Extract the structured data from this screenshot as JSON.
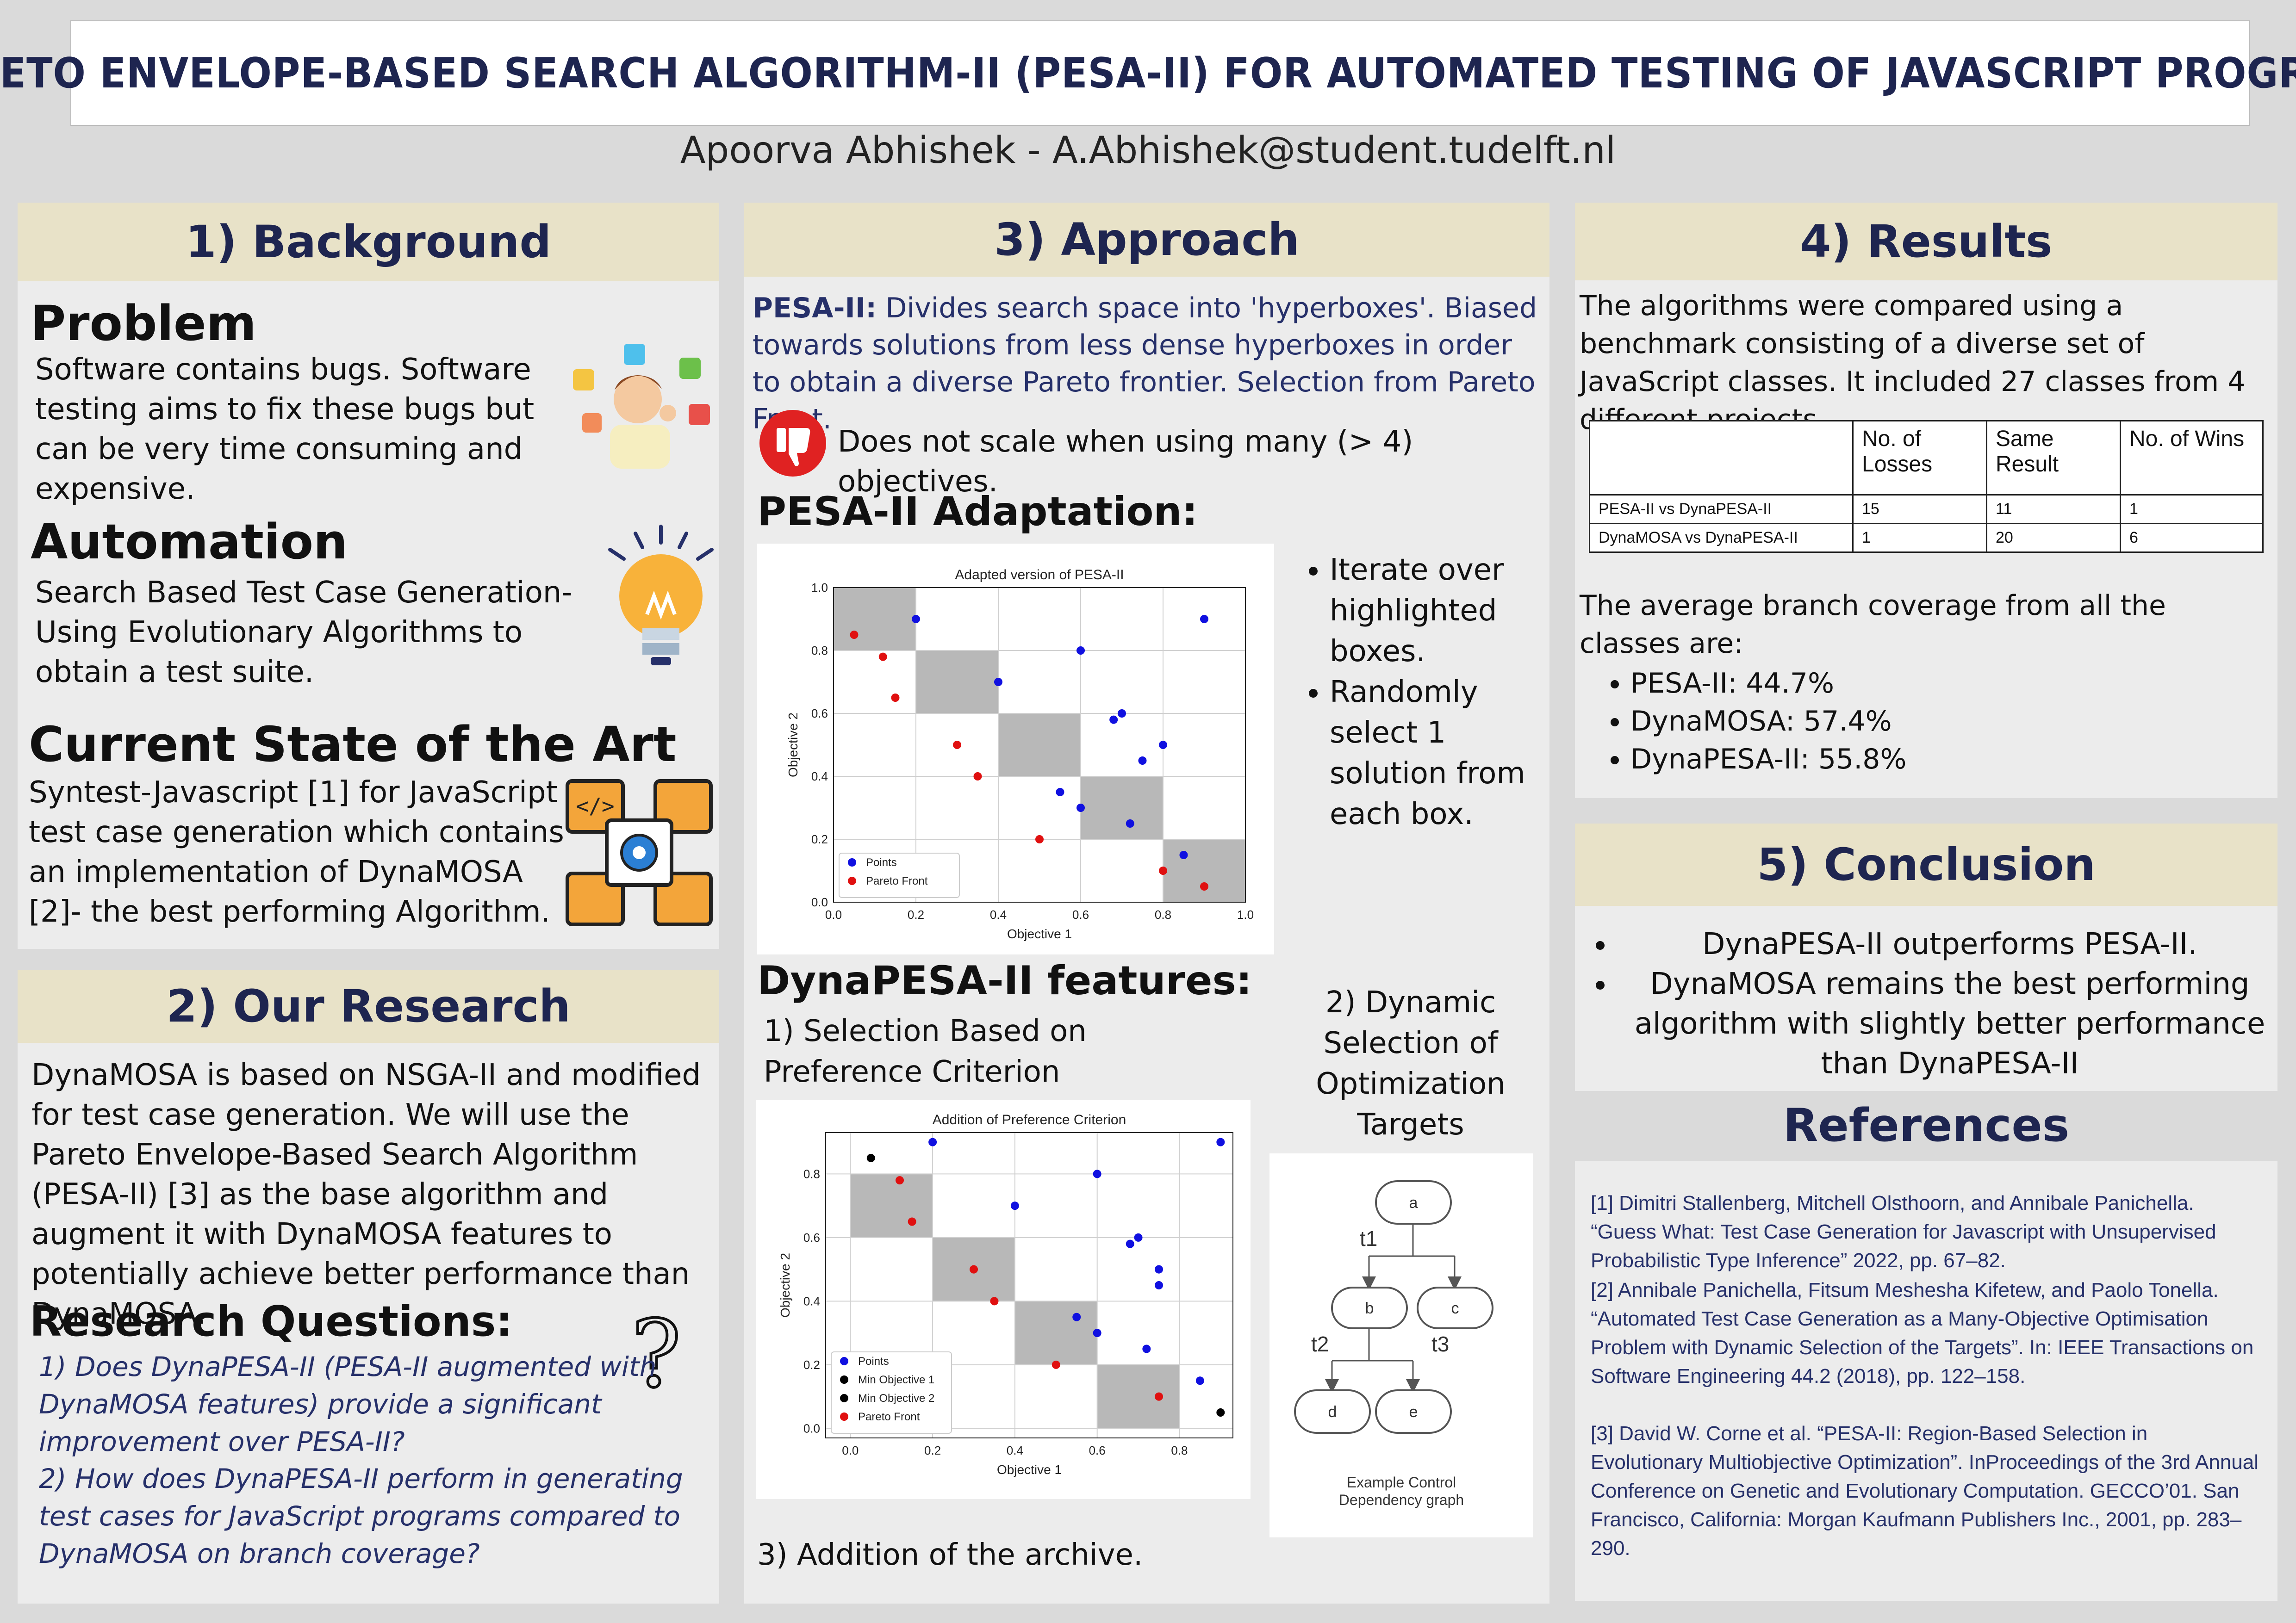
{
  "title": "PARETO ENVELOPE-BASED SEARCH ALGORITHM-II (PESA-II) FOR AUTOMATED TESTING OF JAVASCRIPT PROGRAMS",
  "author": "Apoorva Abhishek  -  A.Abhishek@student.tudelft.nl",
  "background": {
    "header": "1) Background",
    "problem_title": "Problem",
    "problem_text": "Software contains bugs. Software testing aims to fix these bugs but can be very time consuming and expensive.",
    "automation_title": "Automation",
    "automation_text": "Search Based Test Case Generation- Using Evolutionary Algorithms to obtain a test suite.",
    "state_title": "Current State of the Art",
    "state_text": "Syntest-Javascript [1] for JavaScript test case generation which contains an implementation of DynaMOSA [2]- the best performing Algorithm."
  },
  "research": {
    "header": "2) Our Research",
    "text": "DynaMOSA is based on NSGA-II and modified for test case generation. We will use the Pareto Envelope-Based Search Algorithm (PESA-II) [3] as the base algorithm and augment it with DynaMOSA features to potentially achieve better performance than DynaMOSA.",
    "rq_title": "Research Questions:",
    "rq1": "1) Does DynaPESA-II (PESA-II augmented with DynaMOSA features)  provide a significant improvement over PESA-II?",
    "rq2": "2) How does DynaPESA-II perform in generating test cases for JavaScript programs compared to DynaMOSA on branch coverage?"
  },
  "approach": {
    "header": "3) Approach",
    "pesa_label": "PESA-II:",
    "pesa_text": " Divides search space into 'hyperboxes'. Biased towards solutions from less dense hyperboxes in order to obtain a diverse Pareto frontier.  Selection from Pareto Front.",
    "con_text": "Does not scale when using many (> 4) objectives.",
    "adaptation_title": "PESA-II Adaptation:",
    "adapt_bullets": [
      "Iterate over highlighted boxes.",
      "Randomly select 1 solution from each box."
    ],
    "features_title": "DynaPESA-II features:",
    "feature1": "1) Selection Based on Preference Criterion",
    "feature2": "2) Dynamic Selection of Optimization Targets",
    "feature3": "3) Addition of the archive.",
    "graph": {
      "nodes": [
        "a",
        "b",
        "c",
        "d",
        "e"
      ],
      "edge_labels": [
        "t1",
        "t2",
        "t3"
      ],
      "caption_line1": "Example Control",
      "caption_line2": "Dependency graph"
    }
  },
  "results": {
    "header": "4) Results",
    "intro": "The algorithms were compared using a benchmark consisting of a diverse set of JavaScript classes. It included 27 classes from 4 different projects.",
    "table_headers": [
      "",
      "No. of Losses",
      "Same Result",
      "No. of Wins"
    ],
    "table_rows": [
      [
        "PESA-II vs DynaPESA-II",
        "15",
        "11",
        "1"
      ],
      [
        "DynaMOSA vs DynaPESA-II",
        "1",
        "20",
        "6"
      ]
    ],
    "coverage_intro": "The average branch coverage from all the classes are:",
    "coverage": [
      "PESA-II: 44.7%",
      "DynaMOSA: 57.4%",
      "DynaPESA-II: 55.8%"
    ]
  },
  "conclusion": {
    "header": "5) Conclusion",
    "items": [
      "DynaPESA-II outperforms PESA-II.",
      "DynaMOSA remains the best performing algorithm with slightly better performance than DynaPESA-II"
    ]
  },
  "references": {
    "header": "References",
    "items": [
      "[1] Dimitri Stallenberg, Mitchell Olsthoorn, and Annibale Panichella. “Guess What: Test Case Generation for Javascript with Unsupervised Probabilistic Type Inference”  2022, pp. 67–82.",
      "[2] Annibale Panichella, Fitsum Meshesha Kifetew, and Paolo Tonella. “Automated Test Case Generation as a Many-Objective Optimisation Problem with Dynamic Selection of the Targets”. In: IEEE Transactions on Software Engineering 44.2 (2018), pp. 122–158.",
      "[3] David W. Corne et al. “PESA-II: Region-Based Selection in Evolutionary Multiobjective Optimization”. InProceedings of the 3rd Annual Conference on Genetic and Evolutionary Computation. GECCO’01. San Francisco, California: Morgan Kaufmann Publishers Inc., 2001, pp. 283–290."
    ]
  },
  "chart_data": [
    {
      "type": "scatter",
      "title": "Adapted version of PESA-II",
      "xlabel": "Objective 1",
      "ylabel": "Objective 2",
      "xlim": [
        0,
        1.0
      ],
      "ylim": [
        0,
        1.0
      ],
      "xticks": [
        "0.0",
        "0.2",
        "0.4",
        "0.6",
        "0.8",
        "1.0"
      ],
      "yticks": [
        "0.0",
        "0.2",
        "0.4",
        "0.6",
        "0.8",
        "1.0"
      ],
      "grid": true,
      "legend_position": "bottom-left",
      "highlight_boxes": [
        [
          0,
          0.8,
          0.2,
          1.0
        ],
        [
          0.2,
          0.6,
          0.4,
          0.8
        ],
        [
          0.4,
          0.4,
          0.6,
          0.6
        ],
        [
          0.6,
          0.2,
          0.8,
          0.4
        ],
        [
          0.8,
          0,
          1.0,
          0.2
        ]
      ],
      "series": [
        {
          "name": "Points",
          "color": "#1010e0",
          "points": [
            [
              0.2,
              0.9
            ],
            [
              0.6,
              0.8
            ],
            [
              0.9,
              0.9
            ],
            [
              0.4,
              0.7
            ],
            [
              0.68,
              0.58
            ],
            [
              0.7,
              0.6
            ],
            [
              0.8,
              0.5
            ],
            [
              0.75,
              0.45
            ],
            [
              0.55,
              0.35
            ],
            [
              0.6,
              0.3
            ],
            [
              0.72,
              0.25
            ],
            [
              0.85,
              0.15
            ]
          ]
        },
        {
          "name": "Pareto Front",
          "color": "#e01010",
          "points": [
            [
              0.05,
              0.85
            ],
            [
              0.12,
              0.78
            ],
            [
              0.15,
              0.65
            ],
            [
              0.3,
              0.5
            ],
            [
              0.35,
              0.4
            ],
            [
              0.5,
              0.2
            ],
            [
              0.8,
              0.1
            ],
            [
              0.9,
              0.05
            ]
          ]
        }
      ]
    },
    {
      "type": "scatter",
      "title": "Addition of Preference Criterion",
      "xlabel": "Objective 1",
      "ylabel": "Objective 2",
      "xlim": [
        -0.06,
        0.93
      ],
      "ylim": [
        -0.03,
        0.93
      ],
      "xticks": [
        "0.0",
        "0.2",
        "0.4",
        "0.6",
        "0.8"
      ],
      "yticks": [
        "0.0",
        "0.2",
        "0.4",
        "0.6",
        "0.8"
      ],
      "grid": true,
      "legend_position": "bottom-left",
      "highlight_boxes": [
        [
          0,
          0.6,
          0.2,
          0.8
        ],
        [
          0.2,
          0.4,
          0.4,
          0.6
        ],
        [
          0.4,
          0.2,
          0.6,
          0.4
        ],
        [
          0.6,
          0,
          0.8,
          0.2
        ]
      ],
      "series": [
        {
          "name": "Points",
          "color": "#1010e0",
          "points": [
            [
              0.2,
              0.9
            ],
            [
              0.6,
              0.8
            ],
            [
              0.9,
              0.9
            ],
            [
              0.4,
              0.7
            ],
            [
              0.68,
              0.58
            ],
            [
              0.7,
              0.6
            ],
            [
              0.75,
              0.5
            ],
            [
              0.75,
              0.45
            ],
            [
              0.55,
              0.35
            ],
            [
              0.6,
              0.3
            ],
            [
              0.72,
              0.25
            ],
            [
              0.85,
              0.15
            ]
          ]
        },
        {
          "name": "Min Objective 1",
          "color": "#000000",
          "points": [
            [
              0.05,
              0.85
            ]
          ]
        },
        {
          "name": "Min Objective 2",
          "color": "#000000",
          "points": [
            [
              0.9,
              0.05
            ]
          ]
        },
        {
          "name": "Pareto Front",
          "color": "#e01010",
          "points": [
            [
              0.12,
              0.78
            ],
            [
              0.15,
              0.65
            ],
            [
              0.3,
              0.5
            ],
            [
              0.35,
              0.4
            ],
            [
              0.5,
              0.2
            ],
            [
              0.75,
              0.1
            ]
          ]
        }
      ]
    }
  ]
}
